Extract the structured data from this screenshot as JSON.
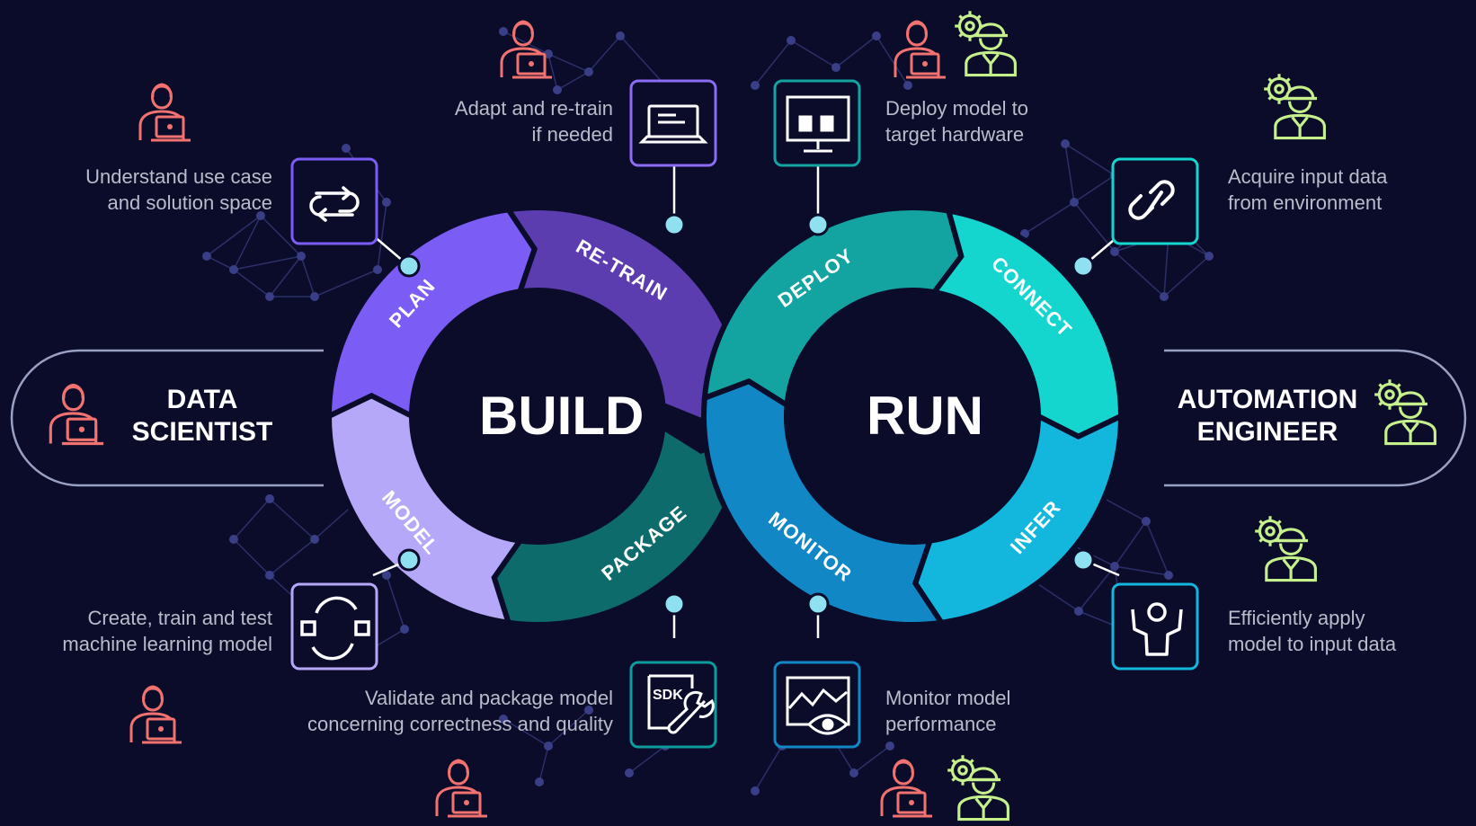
{
  "center": {
    "build": "BUILD",
    "run": "RUN"
  },
  "roles": {
    "data_scientist": [
      "DATA",
      "SCIENTIST"
    ],
    "automation_engineer": [
      "AUTOMATION",
      "ENGINEER"
    ]
  },
  "segments": {
    "plan": "PLAN",
    "retrain": "RE-TRAIN",
    "model": "MODEL",
    "package": "PACKAGE",
    "deploy": "DEPLOY",
    "connect": "CONNECT",
    "monitor": "MONITOR",
    "infer": "INFER"
  },
  "descriptions": {
    "plan": [
      "Understand use case",
      "and solution space"
    ],
    "retrain": [
      "Adapt and re-train",
      "if needed"
    ],
    "model": [
      "Create, train and test",
      "machine learning model"
    ],
    "package": [
      "Validate and package model",
      "concerning correctness and quality"
    ],
    "deploy": [
      "Deploy model to",
      "target hardware"
    ],
    "connect": [
      "Acquire input data",
      "from environment"
    ],
    "monitor": [
      "Monitor model",
      "performance"
    ],
    "infer": [
      "Efficiently apply",
      "model to input data"
    ]
  },
  "icons": {
    "plan": "loop-arrows-icon",
    "retrain": "laptop-icon",
    "model": "refresh-cycle-icon",
    "package": "sdk-wrench-icon",
    "deploy": "monitor-icon",
    "connect": "link-icon",
    "monitor": "image-eye-icon",
    "infer": "person-arms-up-icon",
    "data_scientist": "data-scientist-person-icon",
    "automation_engineer": "automation-engineer-icon"
  },
  "sdk_label": "SDK",
  "colors": {
    "background": "#0b0c2a",
    "plan": "#7b5cf5",
    "retrain": "#5b3db0",
    "model": "#b5a8f8",
    "package": "#0e6b6b",
    "deploy": "#13a3a0",
    "connect": "#14d6cf",
    "monitor": "#1187c6",
    "infer": "#13b6dc",
    "data_scientist": "#f2726f",
    "automation_engineer": "#c5f08c"
  }
}
